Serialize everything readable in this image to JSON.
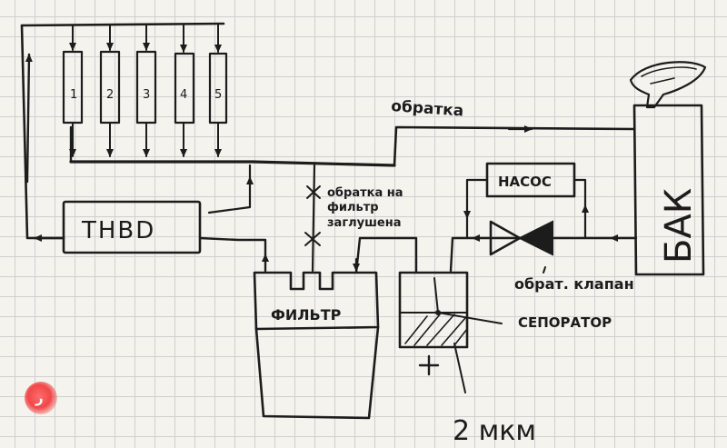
{
  "diagram": {
    "injectors": [
      "1",
      "2",
      "3",
      "4",
      "5"
    ],
    "tnvd_label": "THBD",
    "filter_label": "ФИЛЬТР",
    "nasos_label": "НАСОС",
    "bak_label": "БАК",
    "obratka_label": "обратка",
    "obratka_filter_line1": "обратка на",
    "obratka_filter_line2": "фильтр",
    "obratka_filter_line3": "заглушена",
    "check_valve_label": "обрат. клапан",
    "separator_label": "СЕПОРАТОР",
    "mkm_label": "2 мкм",
    "plus_sign": "+"
  },
  "ui": {
    "corner_button_glyph": "ر",
    "accent_color": "#f04848",
    "ink_color": "#1c1c1c"
  }
}
